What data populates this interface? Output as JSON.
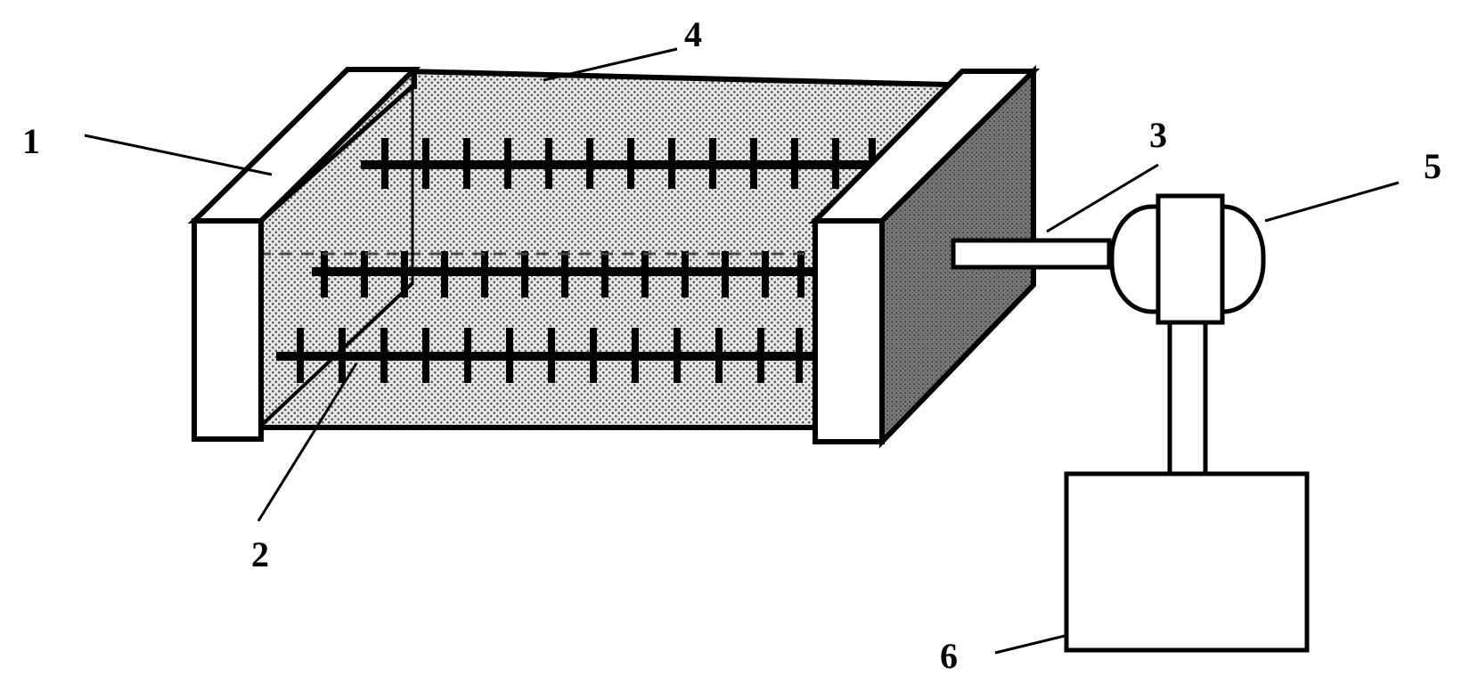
{
  "labels": {
    "l1": "1",
    "l2": "2",
    "l3": "3",
    "l4": "4",
    "l5": "5",
    "l6": "6"
  },
  "colors": {
    "stroke": "#000000",
    "end_panel_fill": "#ffffff",
    "side_face_fill": "#6e6e6e",
    "stipple_dot": "#555555",
    "body_fill": "#e6e6e6"
  }
}
